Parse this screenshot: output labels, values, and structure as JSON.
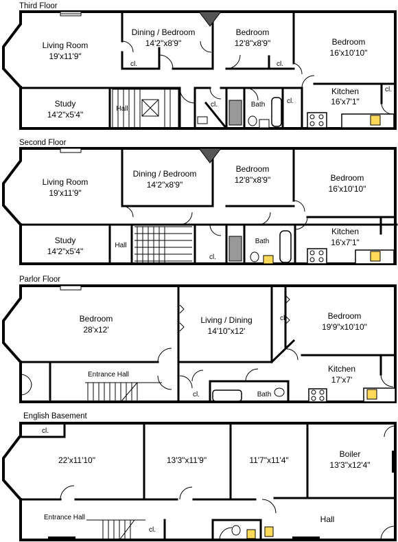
{
  "floors": [
    {
      "id": "third",
      "title": "Third Floor",
      "rooms": [
        {
          "name": "Living Room",
          "dim": "19'x11'9\""
        },
        {
          "name": "Dining / Bedroom",
          "dim": "14'2\"x8'9\""
        },
        {
          "name": "Bedroom",
          "dim": "12'8\"x8'9\""
        },
        {
          "name": "Bedroom",
          "dim": "16'x10'10\""
        },
        {
          "name": "Study",
          "dim": "14'2\"x5'4\""
        },
        {
          "name": "Hall",
          "dim": ""
        },
        {
          "name": "Bath",
          "dim": ""
        },
        {
          "name": "Kitchen",
          "dim": "16'x7'1\""
        }
      ],
      "closets": [
        "cl.",
        "cl.",
        "cl.",
        "cl.",
        "cl."
      ]
    },
    {
      "id": "second",
      "title": "Second Floor",
      "rooms": [
        {
          "name": "Living Room",
          "dim": "19'x11'9\""
        },
        {
          "name": "Dining / Bedroom",
          "dim": "14'2\"x8'9\""
        },
        {
          "name": "Bedroom",
          "dim": "12'8\"x8'9\""
        },
        {
          "name": "Bedroom",
          "dim": "16'x10'10\""
        },
        {
          "name": "Study",
          "dim": "14'2\"x5'4\""
        },
        {
          "name": "Hall",
          "dim": ""
        },
        {
          "name": "Bath",
          "dim": ""
        },
        {
          "name": "Kitchen",
          "dim": "16'x7'1\""
        }
      ],
      "closets": [
        "cl."
      ]
    },
    {
      "id": "parlor",
      "title": "Parlor Floor",
      "rooms": [
        {
          "name": "Bedroom",
          "dim": "28'x12'"
        },
        {
          "name": "Living / Dining",
          "dim": "14'10\"x12'"
        },
        {
          "name": "Bedroom",
          "dim": "19'9\"x10'10\""
        },
        {
          "name": "Entrance Hall",
          "dim": ""
        },
        {
          "name": "Bath",
          "dim": ""
        },
        {
          "name": "Kitchen",
          "dim": "17'x7'"
        }
      ],
      "closets": [
        "cl.",
        "cl."
      ]
    },
    {
      "id": "basement",
      "title": "English Basement",
      "rooms": [
        {
          "name": "",
          "dim": "22'x11'10\""
        },
        {
          "name": "",
          "dim": "13'3\"x11'9\""
        },
        {
          "name": "",
          "dim": "11'7\"x11'4\""
        },
        {
          "name": "Boiler",
          "dim": "13'3\"x12'4\""
        },
        {
          "name": "Entrance Hall",
          "dim": ""
        },
        {
          "name": "Hall",
          "dim": ""
        }
      ],
      "closets": [
        "cl.",
        "cl."
      ]
    }
  ]
}
